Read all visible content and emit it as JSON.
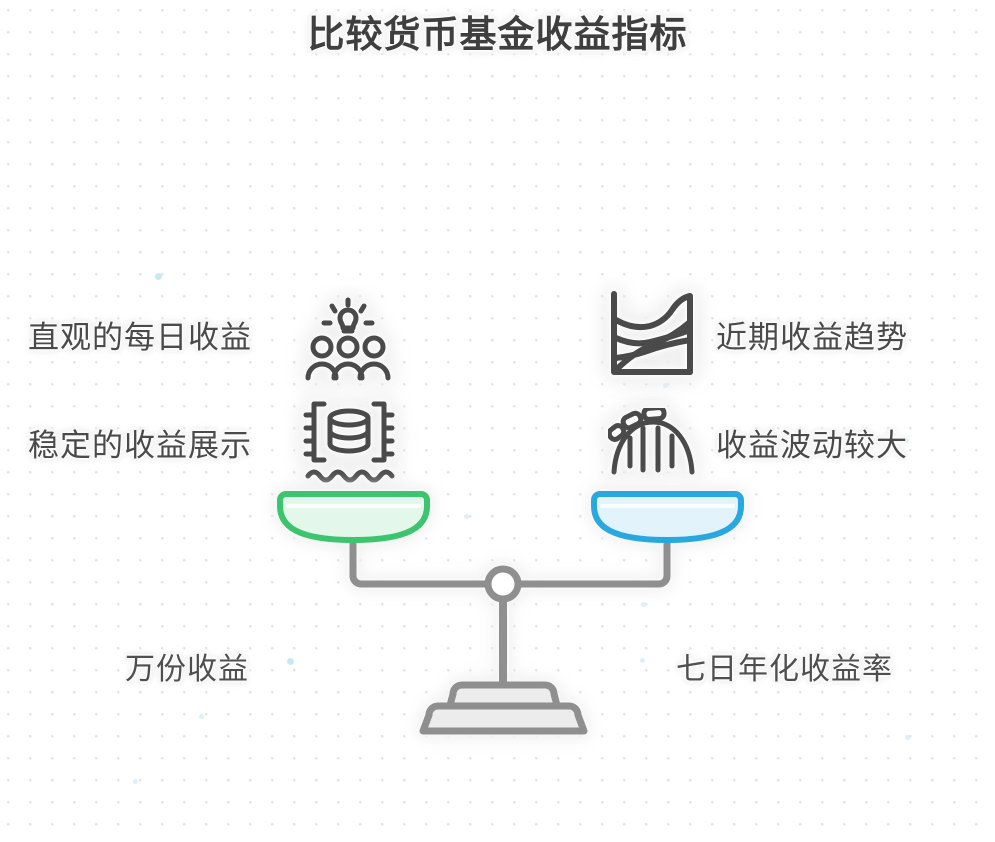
{
  "page": {
    "title": "比较货币基金收益指标",
    "background": "#ffffff",
    "dot_grid_color": "#e2e2e2",
    "accent_dot_color": "#bfe4f5"
  },
  "colors": {
    "text": "#4a4a4a",
    "title": "#3f3f3f",
    "icon_stroke": "#4a4a4a",
    "scale_stroke": "#8f8f8f",
    "scale_fill": "#ececec",
    "left_pan_stroke": "#3cc46e",
    "left_pan_fill": "#e3f8ea",
    "right_pan_stroke": "#29a8e0",
    "right_pan_fill": "#e2f3fc"
  },
  "left_side": {
    "pan_label": "万份收益",
    "features": [
      {
        "label": "直观的每日收益",
        "icon": "team-idea-icon"
      },
      {
        "label": "稳定的收益展示",
        "icon": "database-stable-icon"
      }
    ]
  },
  "right_side": {
    "pan_label": "七日年化收益率",
    "features": [
      {
        "label": "近期收益趋势",
        "icon": "area-chart-icon"
      },
      {
        "label": "收益波动较大",
        "icon": "roller-coaster-icon"
      }
    ]
  },
  "scale": {
    "name": "balance-scale",
    "fulcrum": "pivot-joint",
    "state": "balanced"
  }
}
